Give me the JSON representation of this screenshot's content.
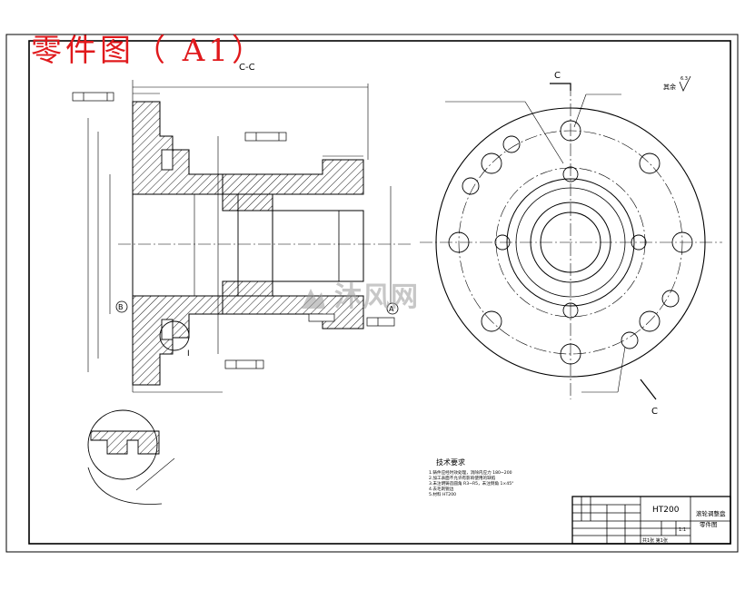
{
  "heading": "零件图（ A1）",
  "section_label": "C-C",
  "cut_mark_top": "C",
  "cut_mark_bottom": "C",
  "roughness_note": "其余",
  "roughness_value": "6.3",
  "datum_a": "A",
  "datum_b": "B",
  "detail_label": "I",
  "tech_req_title": "技术要求",
  "tech_req_lines": [
    "1.铸件应经时效处理，消除内应力 180~200",
    "2.加工表面不允许有影响使用的缺陷",
    "3.未注明铸造圆角 R3~R5，未注倒角 1×45°",
    "4.去毛刺锐边",
    "5.材料 HT200"
  ],
  "title_block": {
    "material": "HT200",
    "part_name_line1": "滚轮调整盘",
    "part_name_line2": "零件图",
    "scale": "1:1",
    "sheet": "共1张 第1张"
  },
  "watermark": "沐风网",
  "colors": {
    "paper": "#ffffff",
    "line": "#000000",
    "heading": "#e0191c",
    "watermark": "#9a9a9a"
  }
}
